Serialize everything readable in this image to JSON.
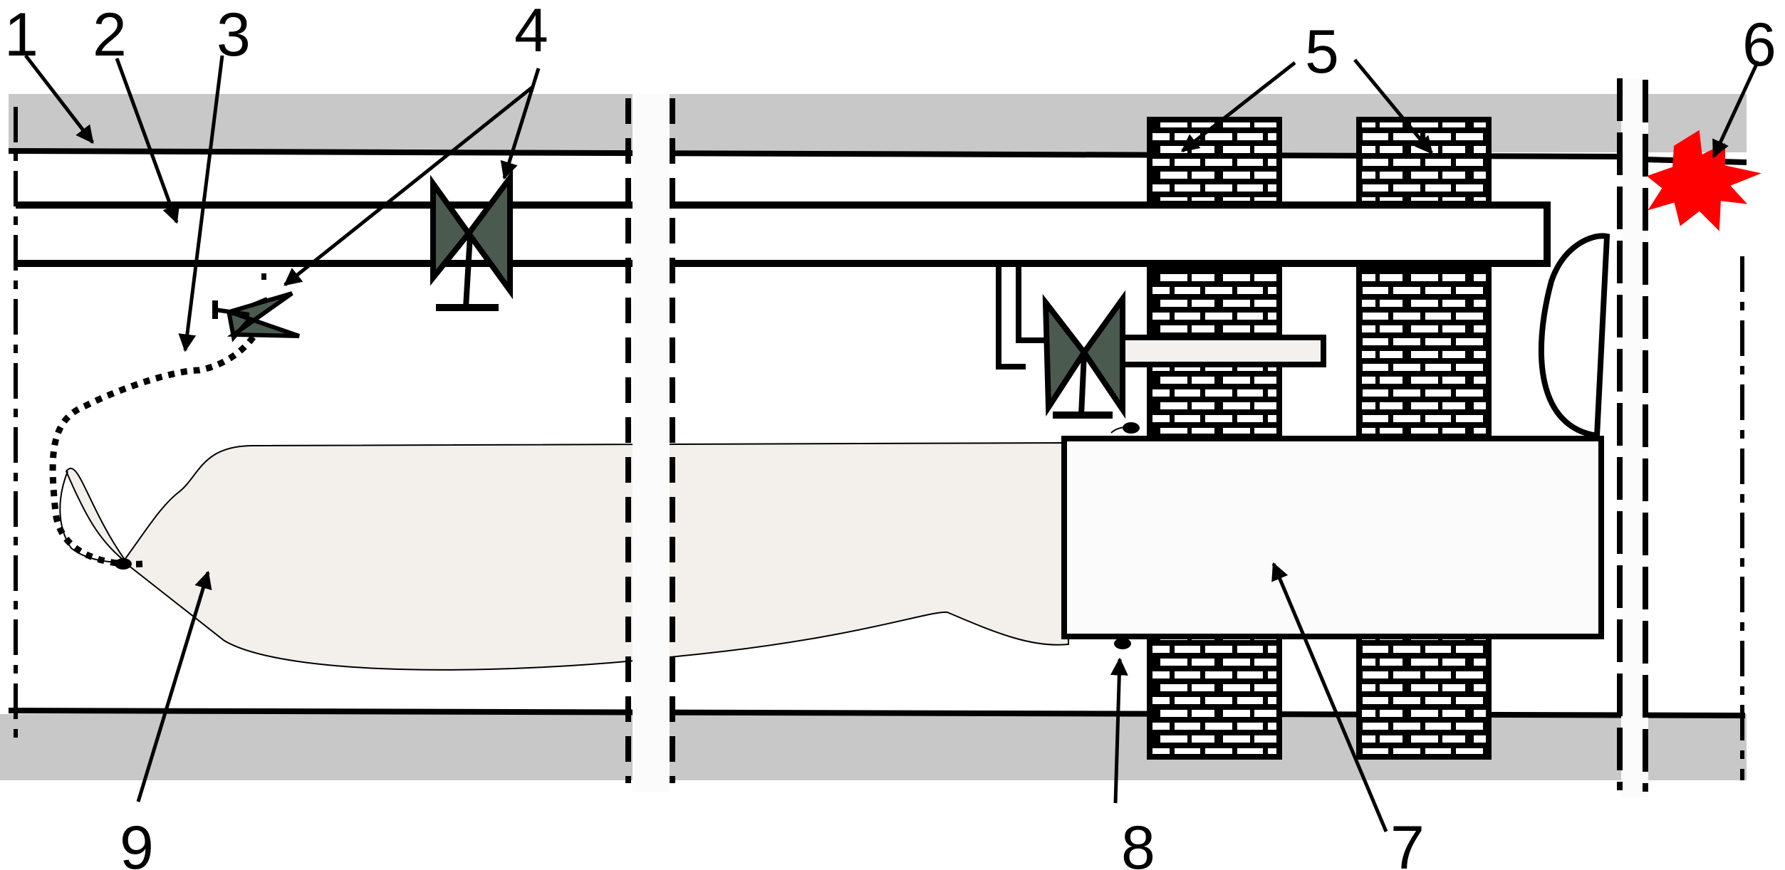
{
  "callouts": {
    "c1": "1",
    "c2": "2",
    "c3": "3",
    "c4": "4",
    "c5": "5",
    "c6": "6",
    "c7": "7",
    "c8": "8",
    "c9": "9"
  },
  "colors": {
    "rock": "#c8c8c8",
    "gas_cloud": "#f3efeb",
    "valve": "#4b5a4e",
    "explosion": "#ff0000",
    "line": "#000000",
    "bulkhead": "#ffffff"
  }
}
